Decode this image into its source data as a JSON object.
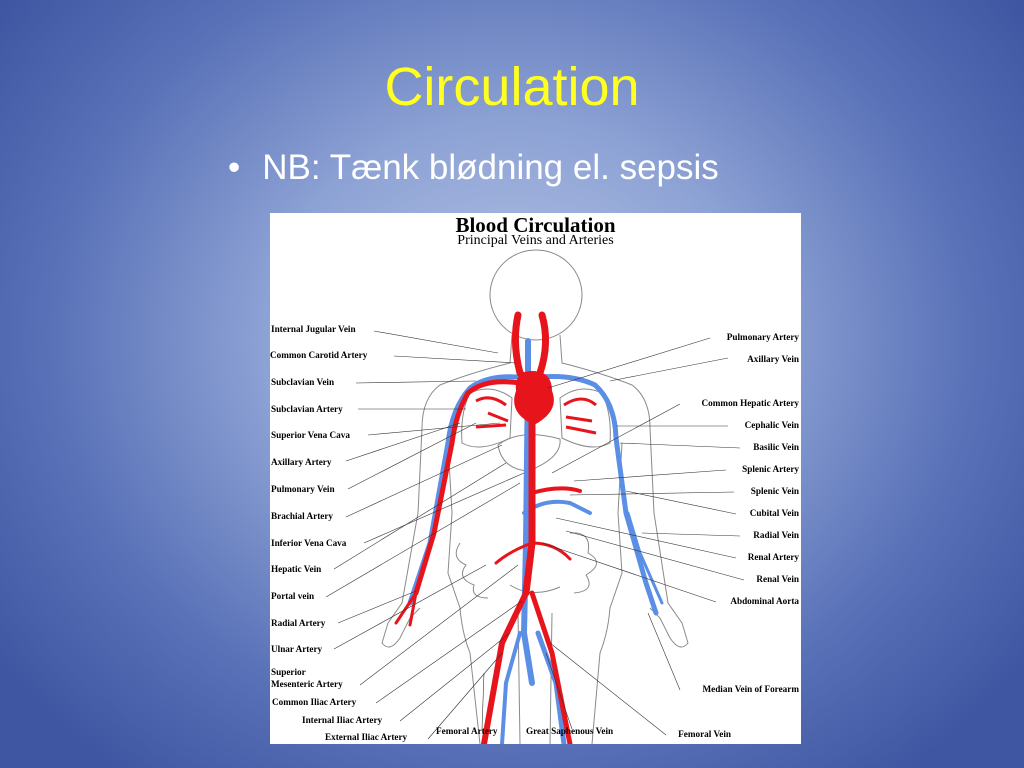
{
  "slide": {
    "title": "Circulation",
    "bullet": "•",
    "bullet_text": "NB: Tænk blødning el. sepsis"
  },
  "figure": {
    "title": "Blood  Circulation",
    "subtitle": "Principal  Veins  and  Arteries",
    "colors": {
      "artery": "#e8141c",
      "vein": "#5b8fe6",
      "outline": "#8a8a8a"
    },
    "left_labels": [
      "Internal  Jugular  Vein",
      "Common  Carotid  Artery",
      "Subclavian  Vein",
      "Subclavian  Artery",
      "Superior  Vena  Cava",
      "Axillary  Artery",
      "Pulmonary  Vein",
      "Brachial  Artery",
      "Inferior  Vena  Cava",
      "Hepatic  Vein",
      "Portal  vein",
      "Radial  Artery",
      "Ulnar  Artery",
      "Superior",
      "Mesenteric  Artery",
      "Common  Iliac  Artery",
      "Internal  Iliac  Artery",
      "External  Iliac  Artery"
    ],
    "right_labels": [
      "Pulmonary  Artery",
      "Axillary  Vein",
      "Common  Hepatic  Artery",
      "Cephalic  Vein",
      "Basilic  Vein",
      "Splenic  Artery",
      "Splenic  Vein",
      "Cubital  Vein",
      "Radial  Vein",
      "Renal  Artery",
      "Renal  Vein",
      "Abdominal  Aorta",
      "Median  Vein  of  Forearm",
      "Femoral  Vein"
    ],
    "bottom_labels": [
      "Femoral  Artery",
      "Great  Saphenous  Vein"
    ]
  }
}
